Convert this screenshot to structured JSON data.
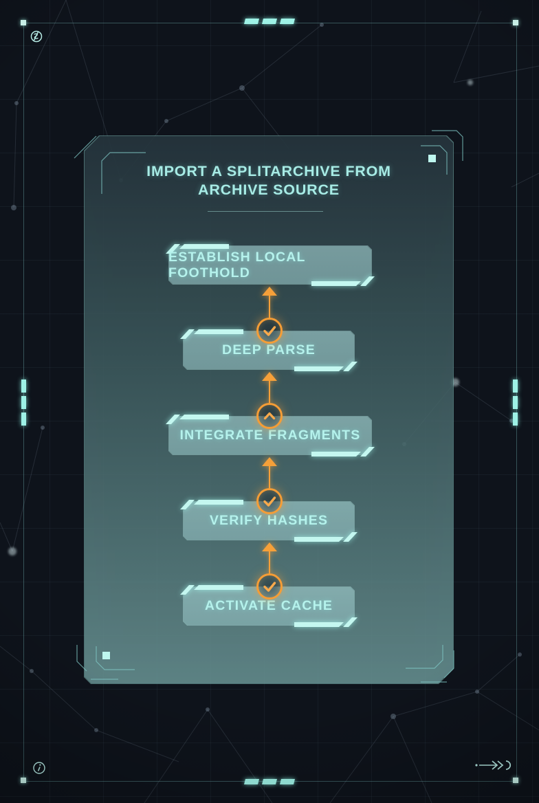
{
  "panel": {
    "title_line1": "IMPORT A SPLITARCHIVE FROM",
    "title_line2": "ARCHIVE SOURCE"
  },
  "steps": [
    {
      "label": "ESTABLISH LOCAL FOOTHOLD",
      "icon": "none"
    },
    {
      "label": "DEEP PARSE",
      "icon": "check-circle-icon"
    },
    {
      "label": "INTEGRATE FRAGMENTS",
      "icon": "chevron-up-circle-icon"
    },
    {
      "label": "VERIFY HASHES",
      "icon": "check-circle-icon"
    },
    {
      "label": "ACTIVATE CACHE",
      "icon": "check-circle-icon"
    }
  ],
  "flow": {
    "direction": "bottom-to-top"
  },
  "frame_icons": {
    "top_left": "orb-icon",
    "bottom_left": "info-icon",
    "bottom_right": "arrow-chain-icon"
  },
  "colors": {
    "background": "#0e131b",
    "accent_cyan": "#b5f2ec",
    "bright_cyan": "#c4f7f0",
    "accent_orange": "#f6a03a",
    "panel_teal": "#6a9294"
  }
}
